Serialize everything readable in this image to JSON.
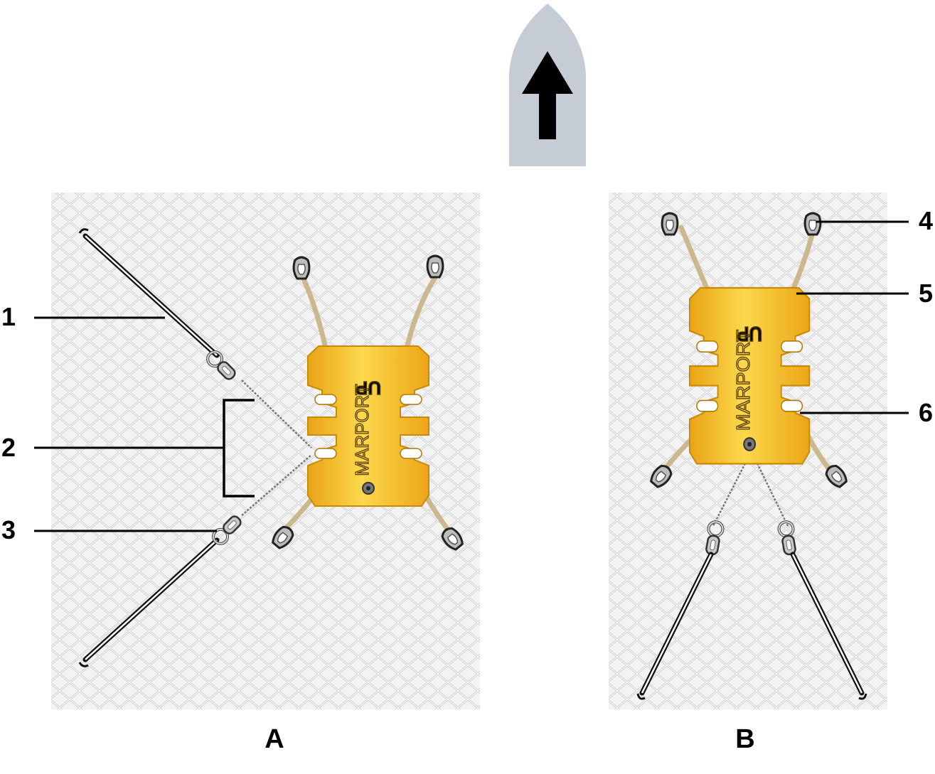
{
  "callouts": [
    "1",
    "2",
    "3",
    "4",
    "5",
    "6"
  ],
  "panels": {
    "a": "A",
    "b": "B"
  },
  "sensor": {
    "up_text": "UP",
    "brand_text": "MARPORT"
  },
  "colors": {
    "sensor_body": "#f2b01e",
    "sensor_highlight": "#fbd44a",
    "net": "#d9d9d9",
    "net_background": "#f2f2f2",
    "boat": "#c5ccd5",
    "cord": "#cbb88e",
    "arrow": "#000000"
  },
  "icons": [
    "boat-icon",
    "direction-arrow-icon",
    "sensor-icon",
    "carabiner-icon",
    "shackle-icon",
    "hook-icon"
  ]
}
